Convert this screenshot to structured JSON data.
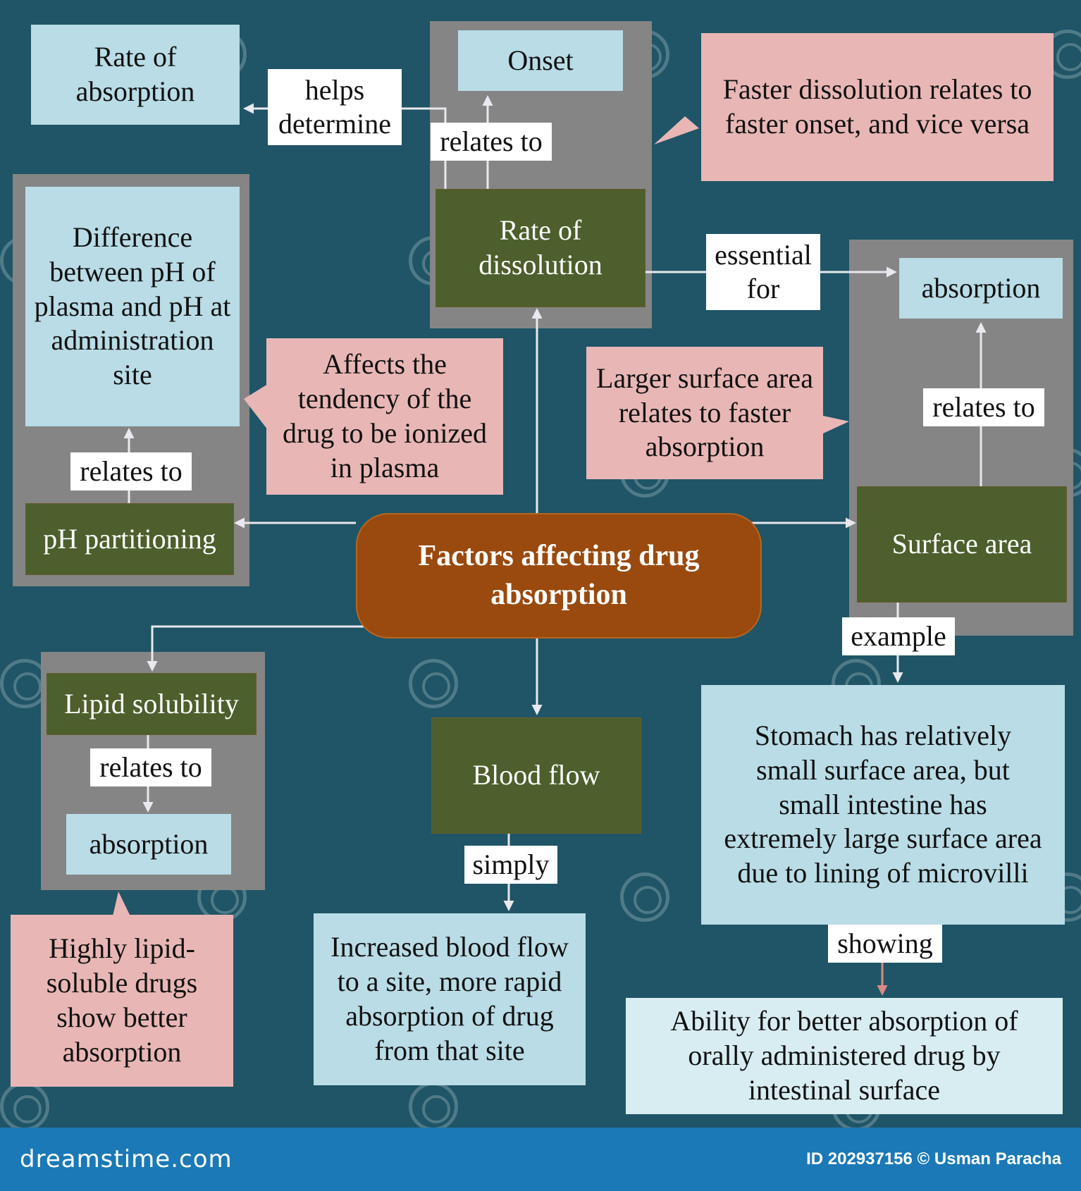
{
  "center": "Factors affecting drug absorption",
  "nodes": {
    "rate_of_absorption": "Rate of absorption",
    "onset": "Onset",
    "faster_dissolution_note": "Faster dissolution relates to faster onset, and vice versa",
    "rate_of_dissolution": "Rate of dissolution",
    "absorption_top": "absorption",
    "ph_difference": "Difference between pH of plasma and pH at administration site",
    "ionized_note": "Affects the tendency of the drug to be ionized in plasma",
    "ph_partitioning": "pH partitioning",
    "larger_surface_note": "Larger surface area relates to faster absorption",
    "surface_area": "Surface area",
    "lipid_solubility": "Lipid solubility",
    "absorption_lipid": "absorption",
    "lipid_note": "Highly lipid-soluble drugs show better absorption",
    "blood_flow": "Blood flow",
    "blood_flow_note": "Increased blood flow to a site, more rapid absorption of drug from that site",
    "stomach_note": "Stomach has relatively small surface area, but small intestine has extremely large surface area due to lining of microvilli",
    "oral_note": "Ability for better absorption of orally administered drug by intestinal surface"
  },
  "links": {
    "helps_determine": "helps determine",
    "relates_to_onset": "relates to",
    "essential_for": "essential for",
    "relates_to_ph": "relates to",
    "relates_to_surface": "relates to",
    "example": "example",
    "relates_to_lipid": "relates to",
    "simply": "simply",
    "showing": "showing"
  },
  "footer": {
    "brand": "dreamstime.com",
    "credit": "ID 202937156 © Usman Paracha"
  },
  "colors": {
    "background": "#1f5566",
    "center": "#9a4a0e",
    "light_box": "#b9dce6",
    "pink_box": "#e8b7b5",
    "green_box": "#4c5f2c",
    "group": "#858585",
    "footer": "#1a79b6"
  }
}
